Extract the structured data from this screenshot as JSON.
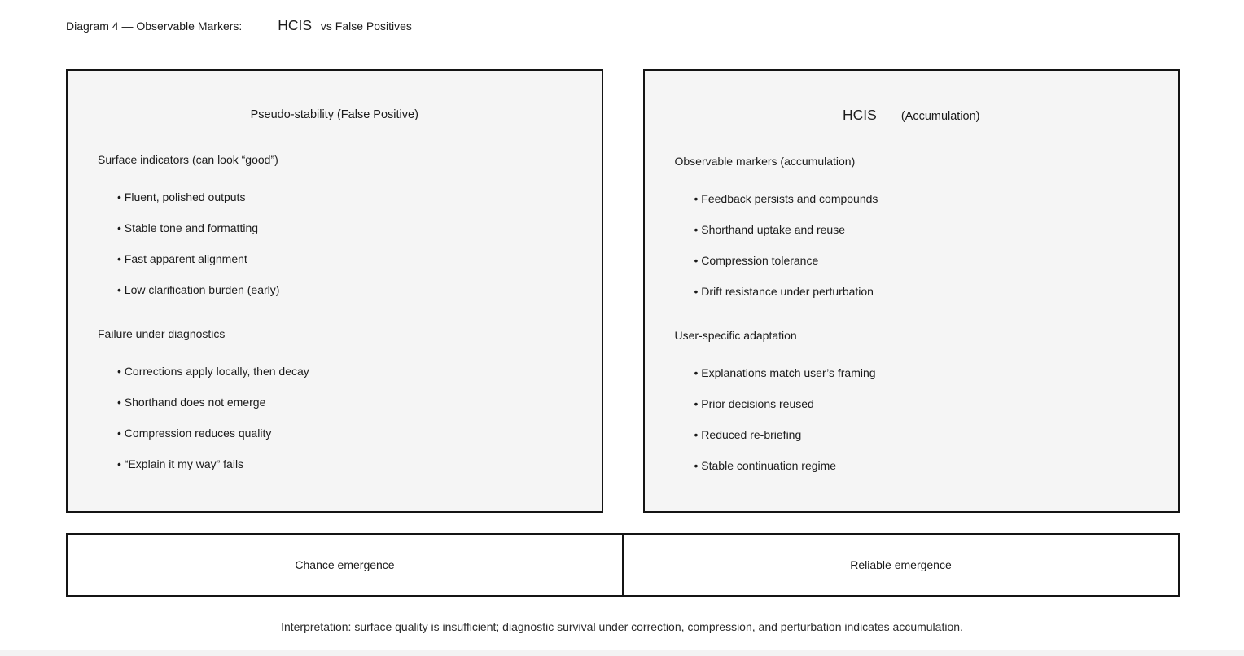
{
  "title": {
    "prefix": "Diagram 4 — Observable Markers:",
    "emphasis": "HCIS",
    "suffix": "vs False Positives"
  },
  "panels": [
    {
      "title_emphasis": "",
      "title": "Pseudo-stability (False Positive)",
      "sections": [
        {
          "heading": "Surface indicators (can look “good”)",
          "bullets": [
            "Fluent, polished outputs",
            "Stable tone and formatting",
            "Fast apparent alignment",
            "Low clarification burden (early)"
          ]
        },
        {
          "heading": "Failure under diagnostics",
          "bullets": [
            "Corrections apply locally, then decay",
            "Shorthand does not emerge",
            "Compression reduces quality",
            "“Explain it my way” fails"
          ]
        }
      ]
    },
    {
      "title_emphasis": "HCIS",
      "title": "(Accumulation)",
      "sections": [
        {
          "heading": "Observable markers (accumulation)",
          "bullets": [
            "Feedback persists and compounds",
            "Shorthand uptake and reuse",
            "Compression tolerance",
            "Drift resistance under perturbation"
          ]
        },
        {
          "heading": "User-specific adaptation",
          "bullets": [
            "Explanations match user’s framing",
            "Prior decisions reused",
            "Reduced re-briefing",
            "Stable continuation regime"
          ]
        }
      ]
    }
  ],
  "bottom_row": {
    "left_label": "Chance emergence",
    "right_label": "Reliable emergence"
  },
  "interpretation": "Interpretation: surface quality is insufficient; diagnostic survival under correction, compression, and perturbation indicates accumulation.",
  "colors": {
    "panel_bg": "#f5f5f5",
    "border": "#141414",
    "text": "#1b1b1b",
    "page_bg": "#ffffff"
  }
}
